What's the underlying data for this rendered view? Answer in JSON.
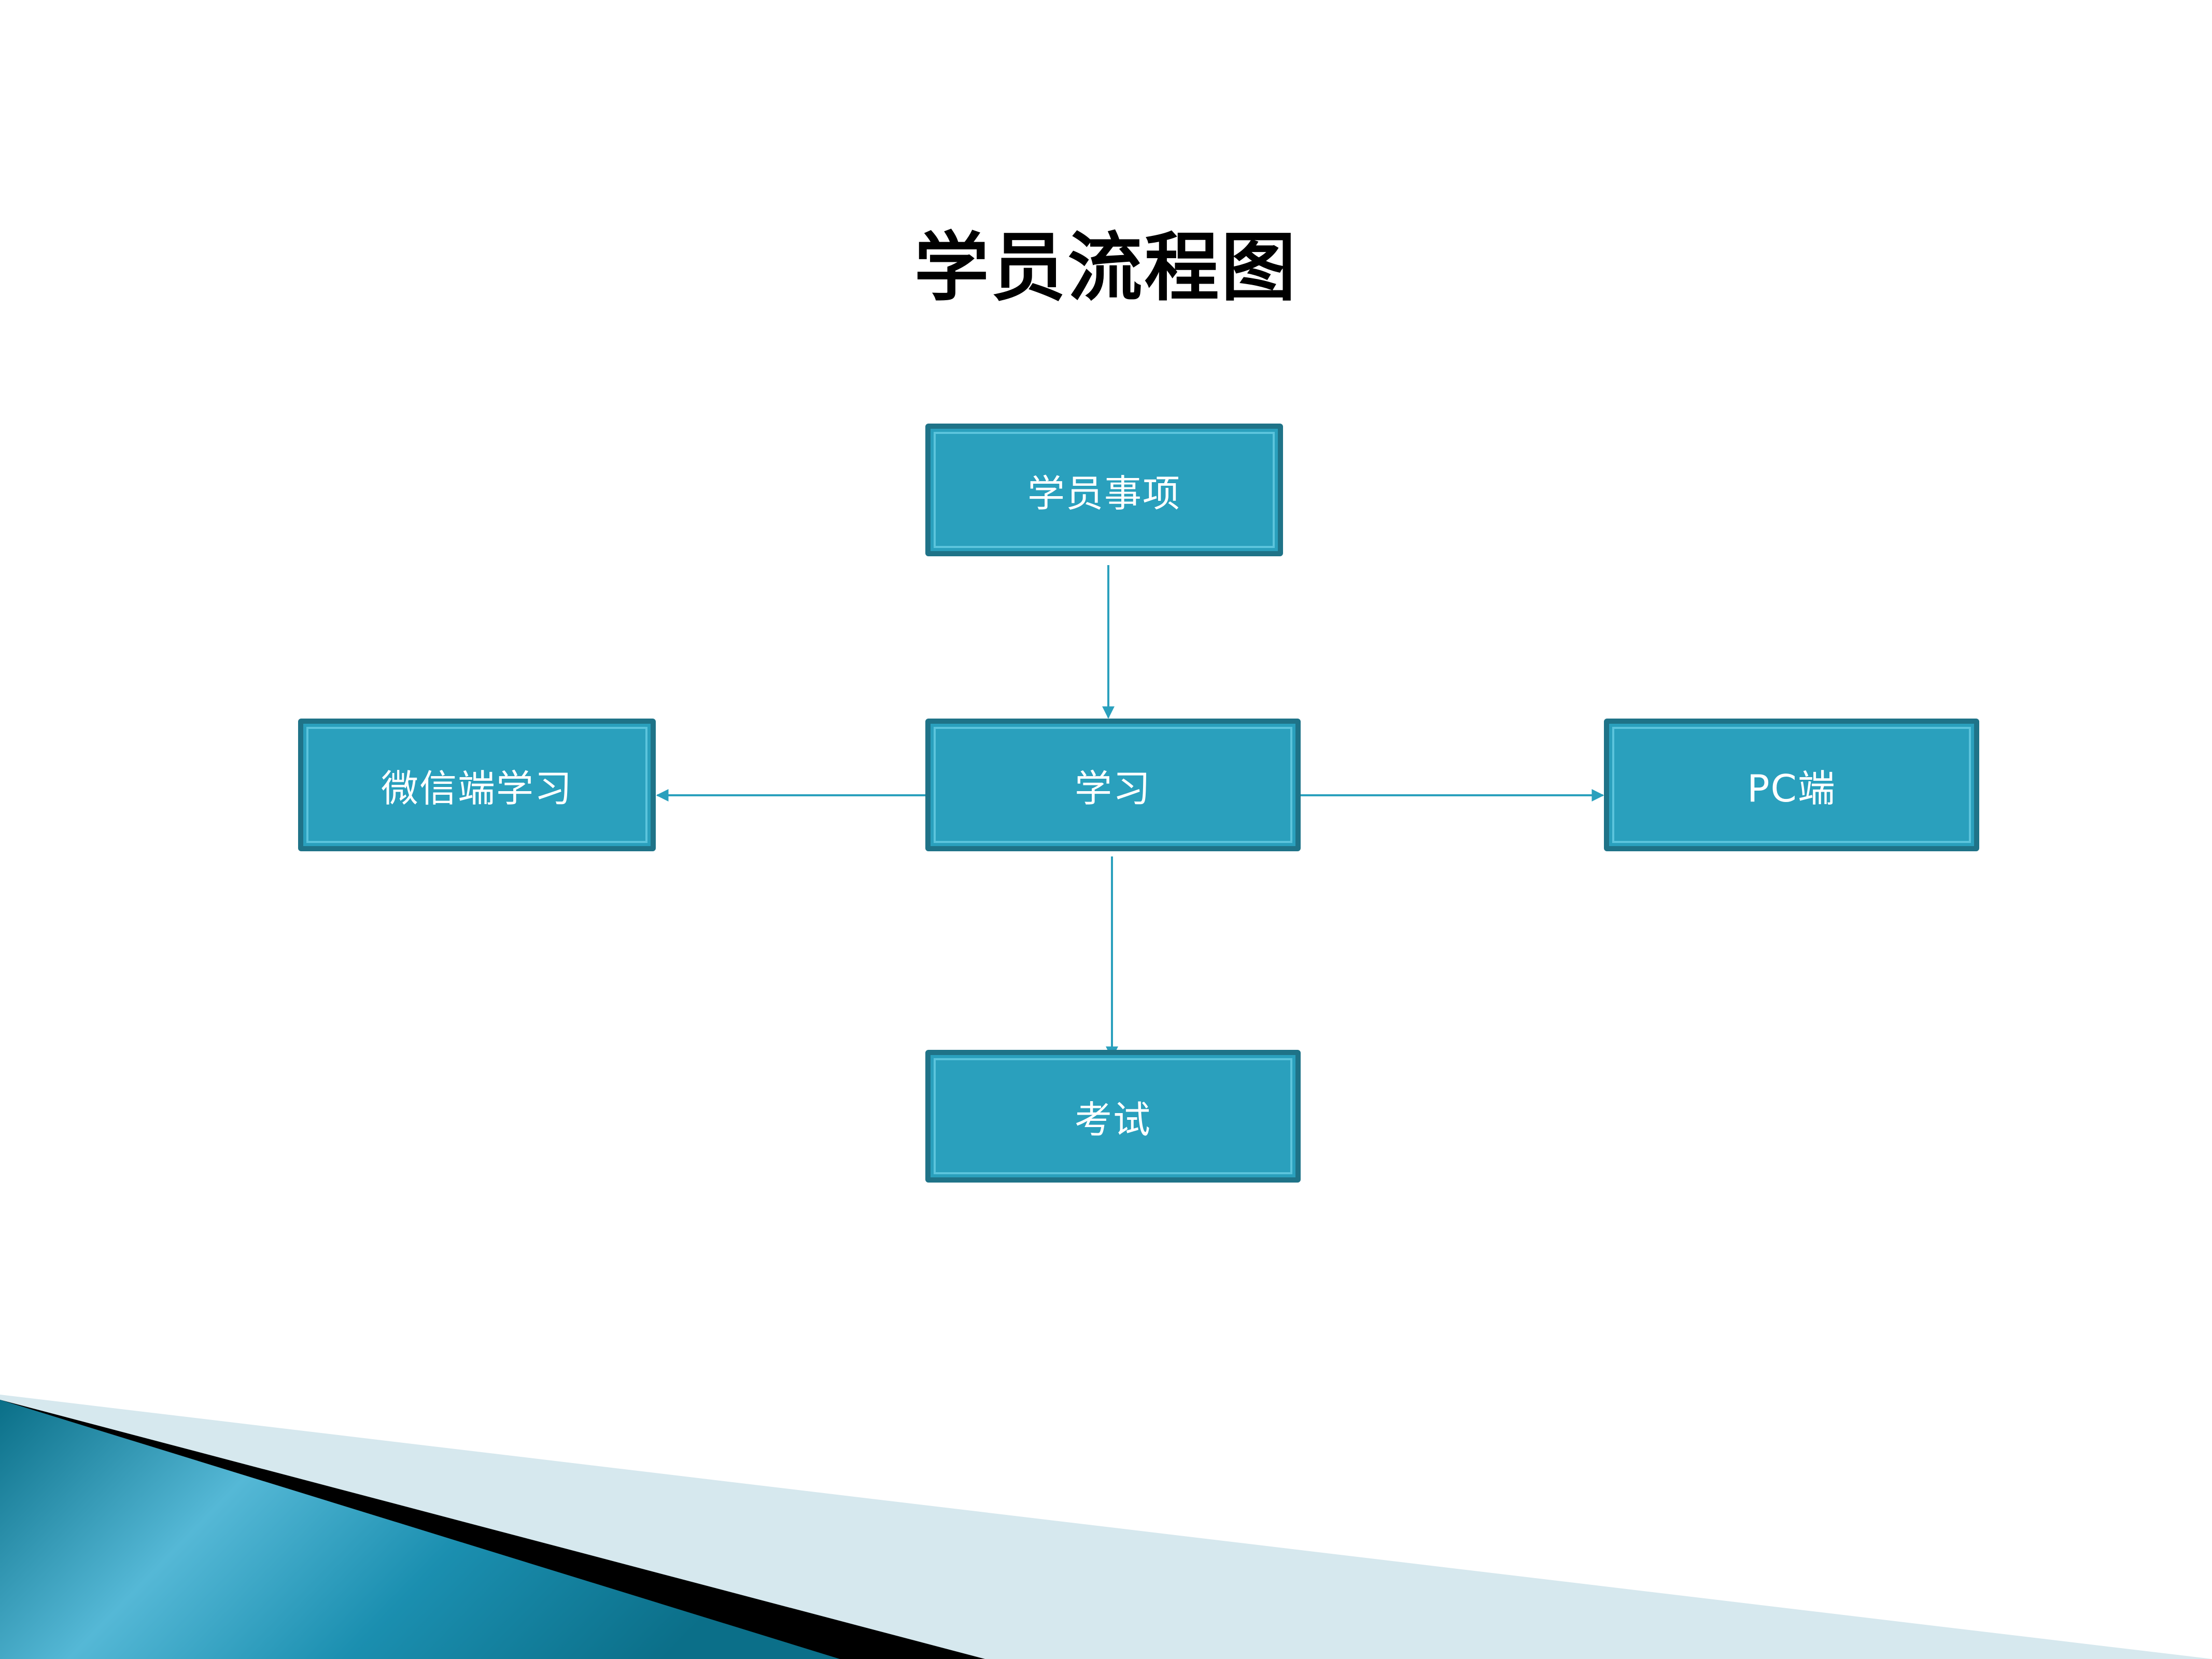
{
  "title": "学员流程图",
  "nodes": {
    "students": "学员事项",
    "study": "学习",
    "wechat": "微信端学习",
    "pc": "PC端",
    "exam": "考试"
  },
  "colors": {
    "node_fill": "#2aa0bd",
    "node_border": "#1f7388",
    "connector": "#2aa0bd",
    "title": "#000000",
    "node_text": "#ffffff"
  }
}
